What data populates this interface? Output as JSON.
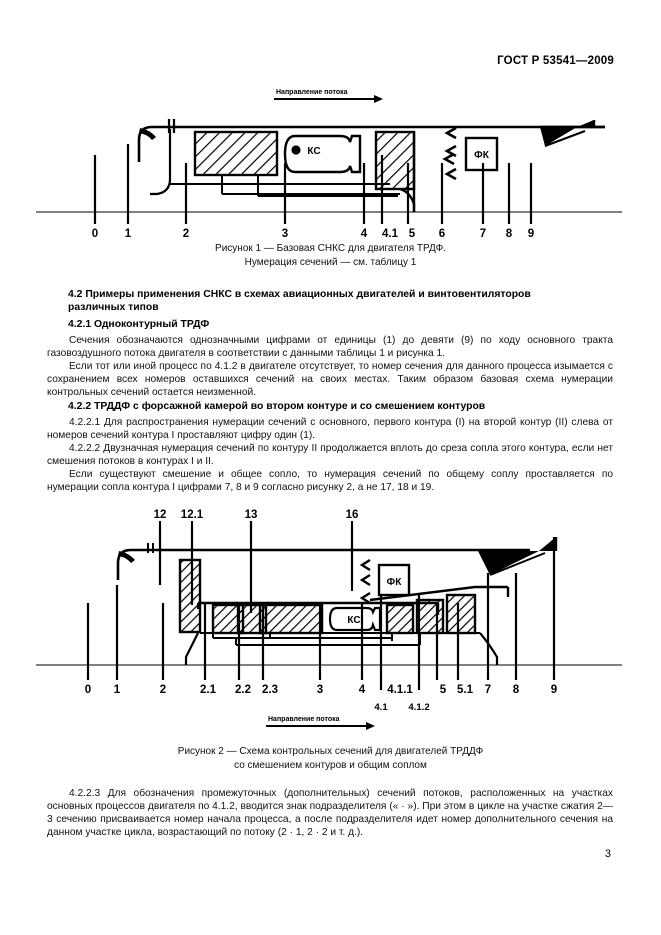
{
  "header": {
    "standard": "ГОСТ Р 53541—2009"
  },
  "page_number": "3",
  "figure1": {
    "flow_label": "Направление потока",
    "combustor_label": "КС",
    "afterburner_label": "ФК",
    "ticks": [
      "0",
      "1",
      "2",
      "3",
      "4",
      "4.1",
      "5",
      "6",
      "7",
      "8",
      "9"
    ],
    "caption_line1": "Рисунок 1 — Базовая СНКС для двигателя ТРДФ.",
    "caption_line2": "Нумерация сечений — см. таблицу 1"
  },
  "figure2": {
    "flow_label": "Направление потока",
    "combustor_label": "КС",
    "afterburner_label": "ФК",
    "top_ticks": [
      "12",
      "12.1",
      "13",
      "16"
    ],
    "bottom_ticks": [
      "0",
      "1",
      "2",
      "2.1",
      "2.2",
      "2.3",
      "3",
      "4",
      "4.1.1",
      "5",
      "5.1",
      "7",
      "8",
      "9"
    ],
    "bottom_sub_ticks": [
      "4.1",
      "4.1.2"
    ],
    "caption_line1": "Рисунок 2 —  Схема контрольных сечений для двигателей ТРДДФ",
    "caption_line2": "со смешением контуров и общим соплом"
  },
  "sections": {
    "h_4_2": "4.2 Примеры применения СНКС в схемах авиационных двигателей и винтовентиляторов различных типов",
    "h_4_2_1": "4.2.1 Одноконтурный ТРДФ",
    "p_4_2_1_a": "Сечения обозначаются однозначными цифрами от единицы (1) до девяти (9) по ходу основного тракта газовоздушного потока двигателя в соответствии с данными таблицы 1 и рисунка 1.",
    "p_4_2_1_b": "Если тот или иной процесс по 4.1.2 в двигателе отсутствует, то номер сечения для данного процесса изымается с сохранением всех номеров оставшихся сечений на своих местах. Таким образом базовая схема нумерации контрольных сечений остается неизменной.",
    "h_4_2_2": "4.2.2 ТРДДФ с форсажной камерой во втором контуре и со смешением контуров",
    "p_4_2_2_1": "4.2.2.1 Для распространения нумерации сечений с основного, первого контура (I) на второй контур (II) слева от номеров сечений контура I проставляют цифру один (1).",
    "p_4_2_2_2": "4.2.2.2 Двузначная нумерация сечений по контуру II продолжается вплоть до среза сопла этого контура, если нет смешения потоков в контурах I и II.",
    "p_4_2_2_2b": "Если существуют смешение и общее сопло, то нумерация сечений по общему соплу проставляется по нумерации сопла контура I цифрами 7, 8 и 9 согласно рисунку 2, а не 17, 18 и 19.",
    "p_4_2_2_3": "4.2.2.3 Для обозначения промежуточных (дополнительных) сечений потоков, расположенных на участках основных процессов двигателя по 4.1.2, вводится знак подразделителя (« · »). При этом в цикле на участке сжатия 2—3 сечению присваивается номер начала процесса, а после подразделителя идет номер дополнительного сечения на данном участке цикла, возрастающий по потоку (2 · 1, 2 · 2 и т. д.)."
  }
}
